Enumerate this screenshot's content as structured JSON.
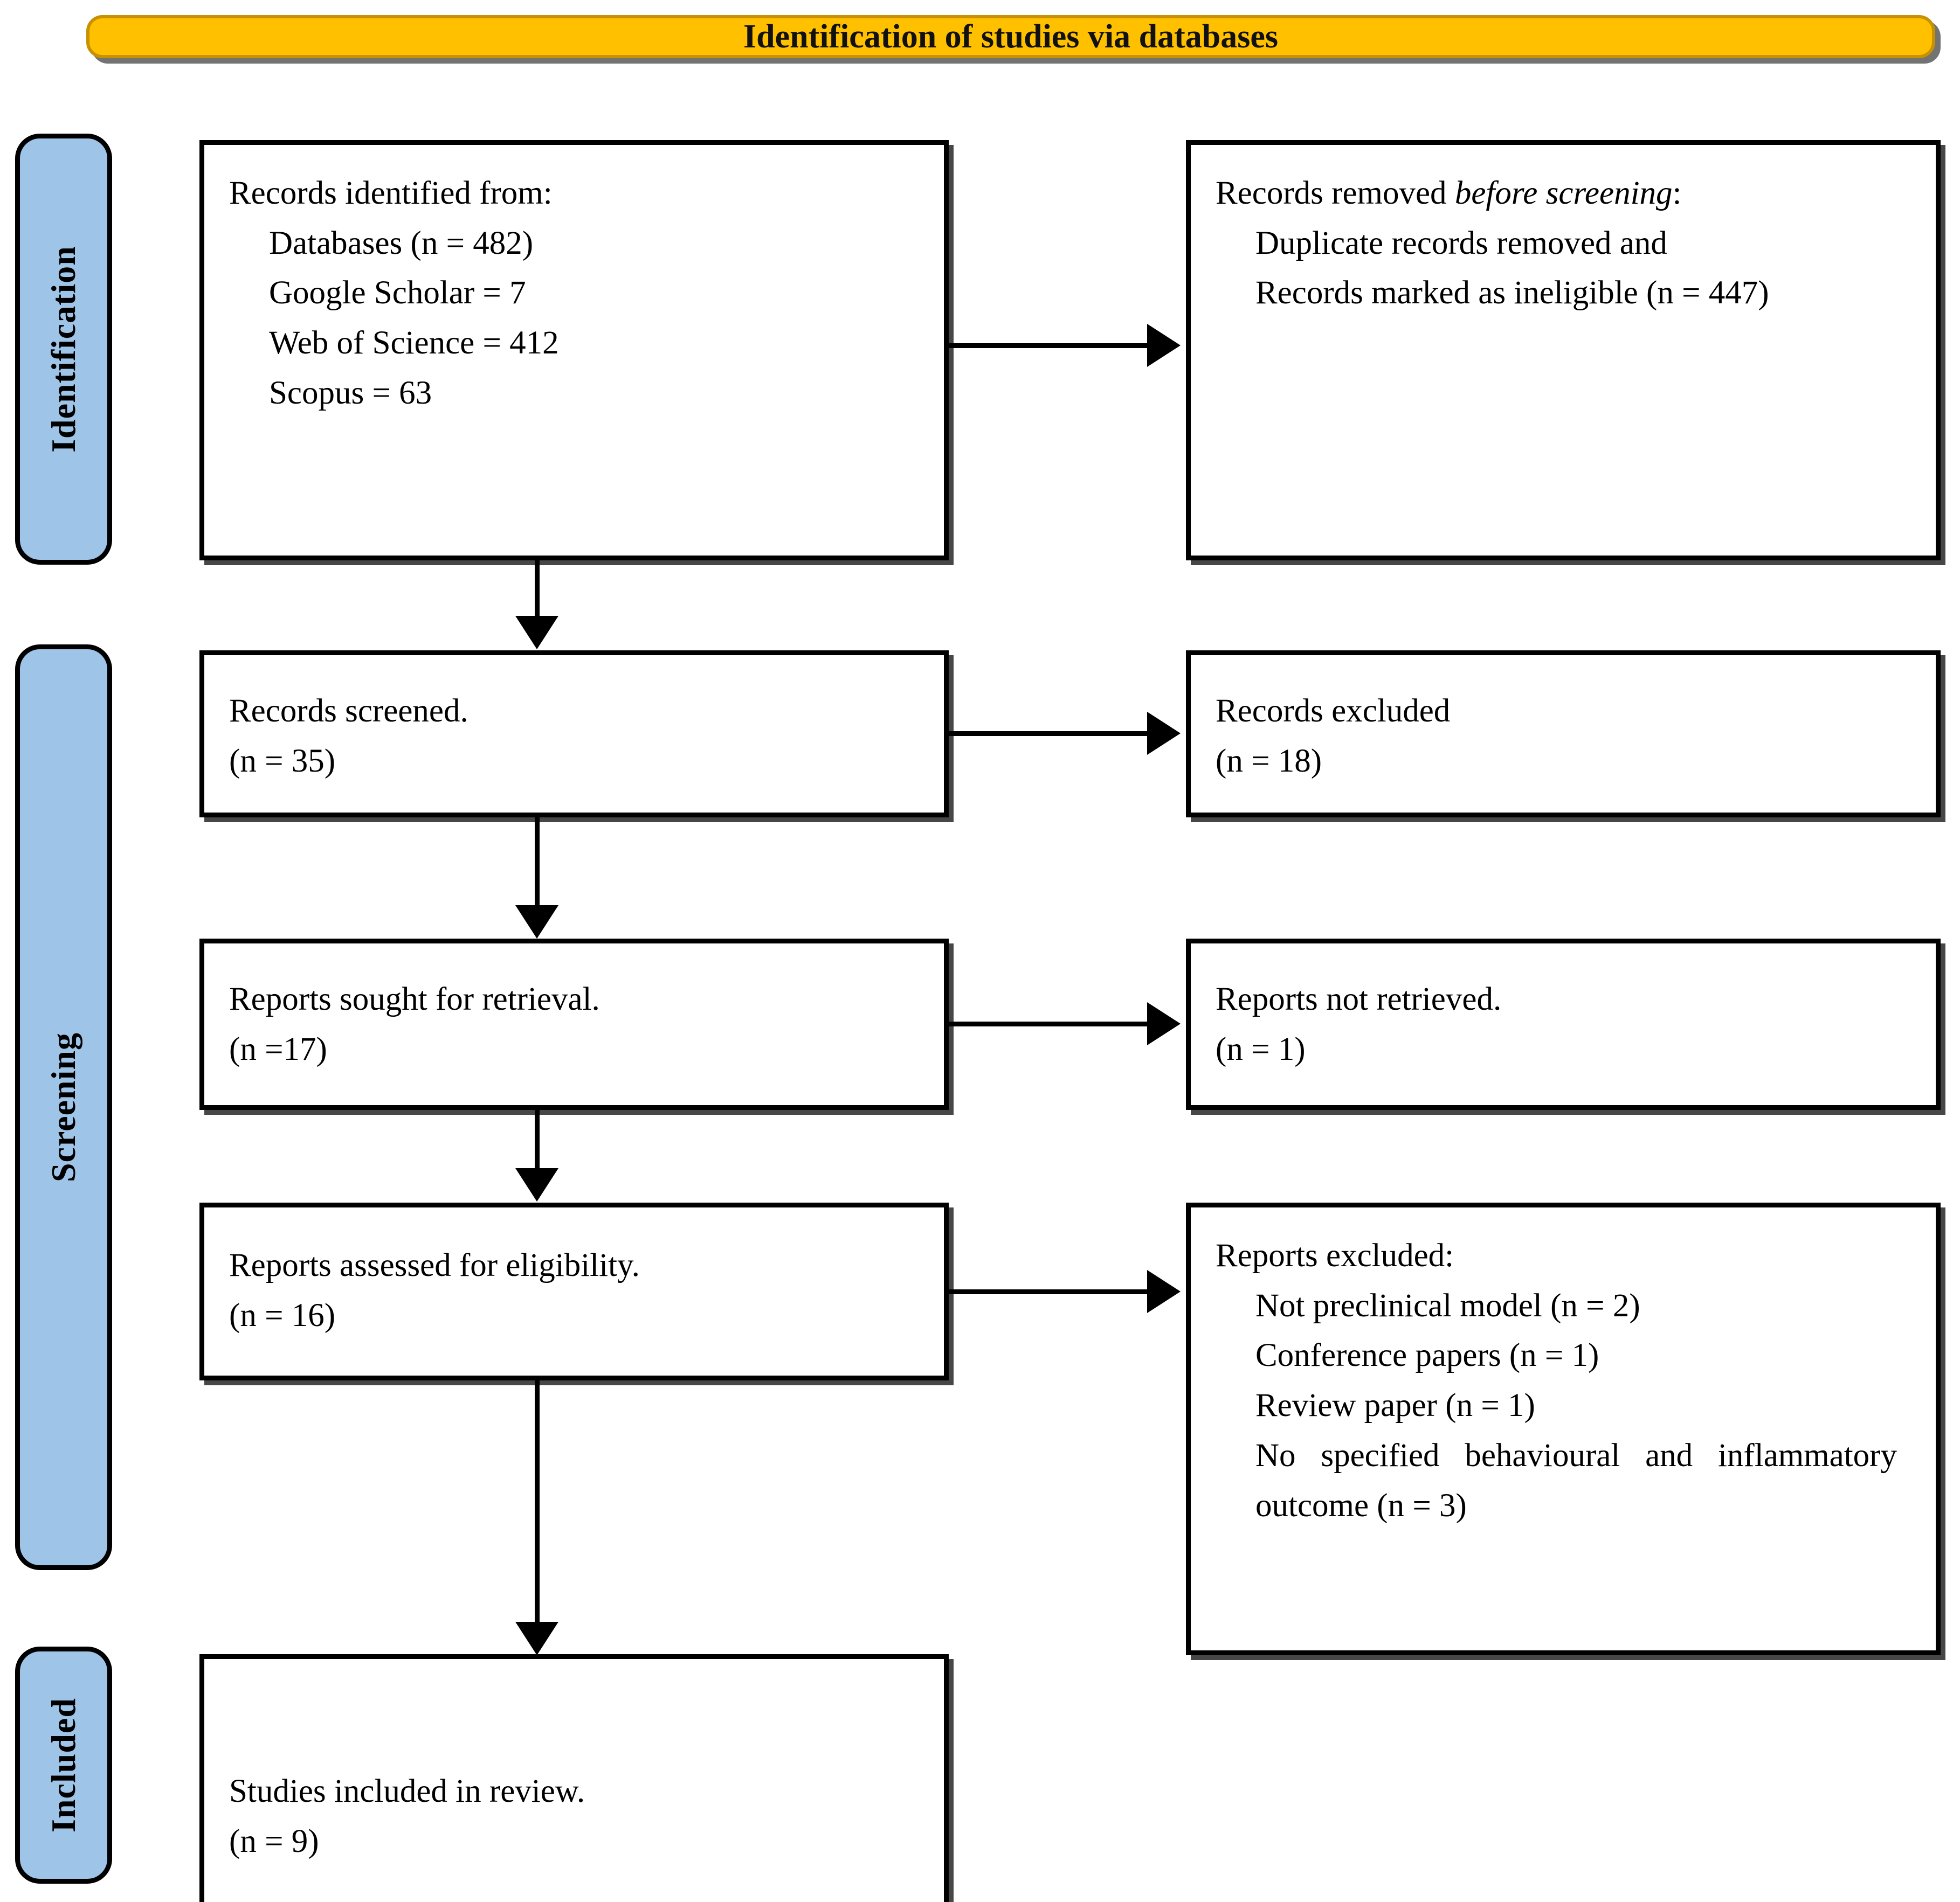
{
  "banner": {
    "title": "Identification of studies via databases",
    "fill_color": "#FFC000"
  },
  "rails": {
    "fill_color": "#9EC4E8",
    "items": [
      {
        "label": "Identification"
      },
      {
        "label": "Screening"
      },
      {
        "label": "Included"
      }
    ]
  },
  "boxes": {
    "identified": {
      "heading": "Records identified from:",
      "lines": [
        "Databases (n = 482)",
        "Google Scholar = 7",
        "Web of Science = 412",
        "Scopus = 63"
      ]
    },
    "removed": {
      "heading_prefix": "Records removed ",
      "heading_italic": "before screening",
      "heading_suffix": ":",
      "lines": [
        "Duplicate records removed and",
        "Records marked as ineligible (n = 447)"
      ]
    },
    "screened": {
      "line1": "Records screened.",
      "line2": "(n = 35)"
    },
    "records_excluded": {
      "line1": "Records excluded",
      "line2": "(n = 18)"
    },
    "sought": {
      "line1": "Reports sought for retrieval.",
      "line2": "(n =17)"
    },
    "not_retrieved": {
      "line1": "Reports not retrieved.",
      "line2": "(n = 1)"
    },
    "assessed": {
      "line1": "Reports assessed for eligibility.",
      "line2": "(n = 16)"
    },
    "reports_excluded": {
      "heading": "Reports excluded:",
      "lines": [
        "Not preclinical model (n = 2)",
        "Conference papers (n = 1)",
        "Review paper (n = 1)",
        "No specified behavioural and inflammatory outcome (n = 3)"
      ]
    },
    "included": {
      "line1": "Studies included in review.",
      "line2": "(n = 9)"
    }
  }
}
